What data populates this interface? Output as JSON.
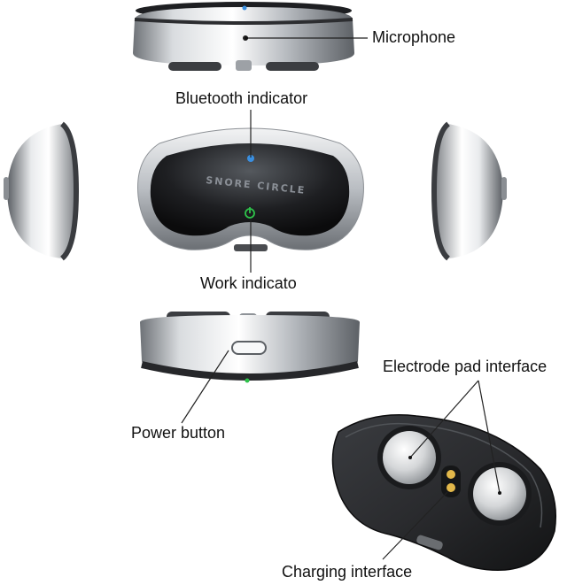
{
  "labels": {
    "microphone": "Microphone",
    "bluetooth": "Bluetooth indicator",
    "work": "Work indicato",
    "power": "Power button",
    "electrode": "Electrode pad interface",
    "charging": "Charging interface"
  },
  "device": {
    "brand": "SNORE CIRCLE"
  },
  "colors": {
    "bluetooth_led": "#3a8fe0",
    "work_led": "#2ec24a",
    "shell_dark": "#1c1d20",
    "chrome": "#c4c8cc",
    "leader_line": "#222222"
  },
  "icons": [
    "power-icon",
    "bluetooth-led-icon"
  ]
}
